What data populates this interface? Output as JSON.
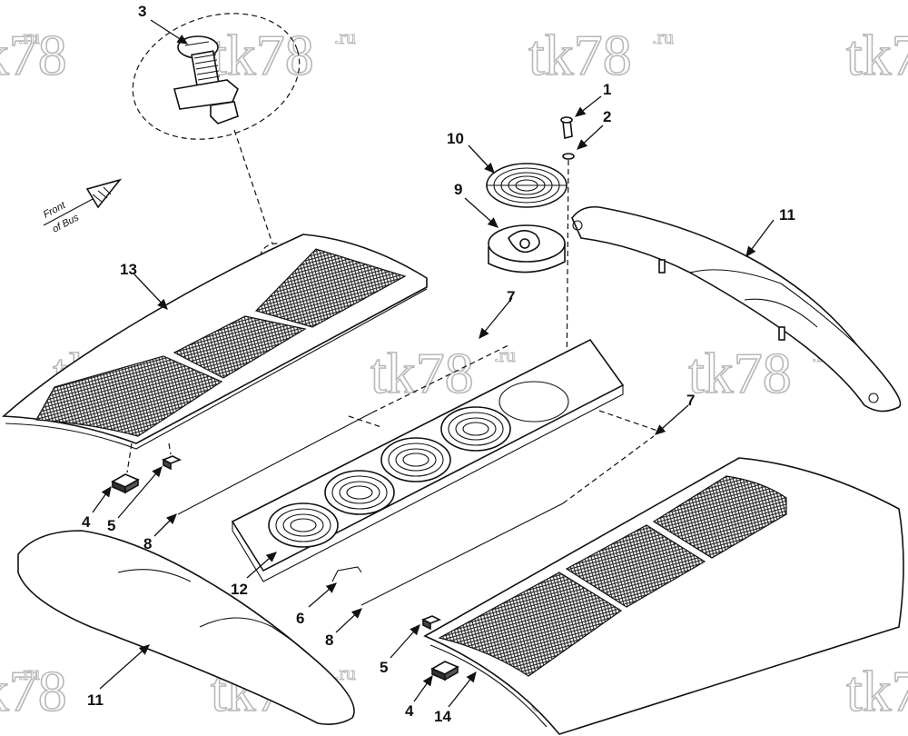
{
  "watermark": {
    "text": "tk78",
    "superscript": ".ru"
  },
  "orientation_note": {
    "line1": "Front",
    "line2": "of Bus"
  },
  "callouts": [
    {
      "id": "c1",
      "label": "1"
    },
    {
      "id": "c2",
      "label": "2"
    },
    {
      "id": "c3",
      "label": "3"
    },
    {
      "id": "c4a",
      "label": "4"
    },
    {
      "id": "c4b",
      "label": "4"
    },
    {
      "id": "c5a",
      "label": "5"
    },
    {
      "id": "c5b",
      "label": "5"
    },
    {
      "id": "c6",
      "label": "6"
    },
    {
      "id": "c7a",
      "label": "7"
    },
    {
      "id": "c7b",
      "label": "7"
    },
    {
      "id": "c8a",
      "label": "8"
    },
    {
      "id": "c8b",
      "label": "8"
    },
    {
      "id": "c9",
      "label": "9"
    },
    {
      "id": "c10",
      "label": "10"
    },
    {
      "id": "c11a",
      "label": "11"
    },
    {
      "id": "c11b",
      "label": "11"
    },
    {
      "id": "c12",
      "label": "12"
    },
    {
      "id": "c13",
      "label": "13"
    },
    {
      "id": "c14",
      "label": "14"
    }
  ]
}
